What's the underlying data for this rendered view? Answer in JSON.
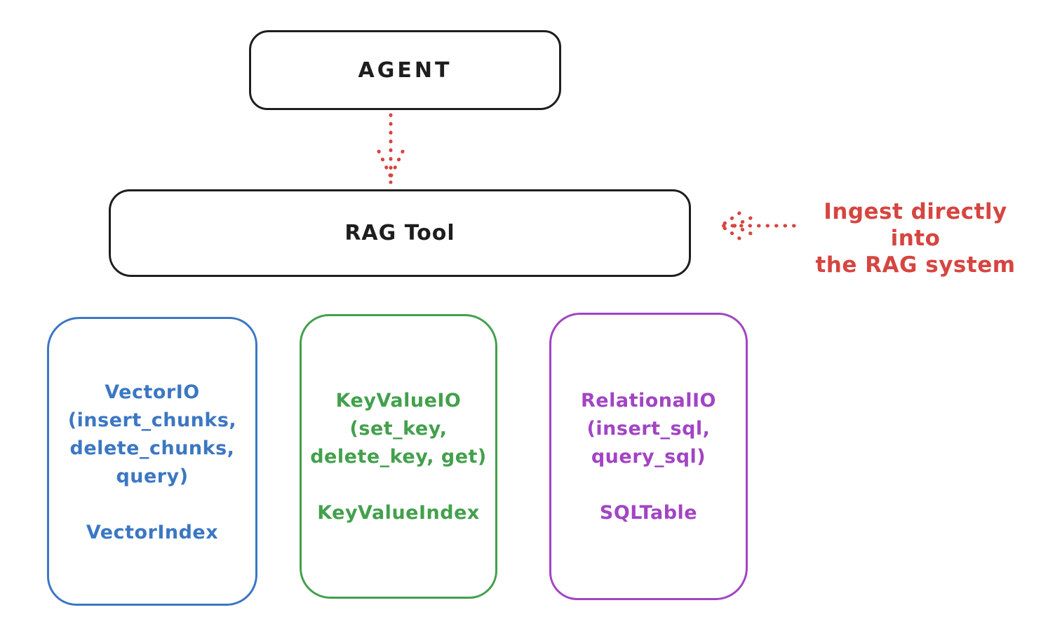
{
  "diagram": {
    "agent": {
      "label": "AGENT"
    },
    "rag_tool": {
      "label": "RAG Tool"
    },
    "annotation": {
      "line1": "Ingest directly into",
      "line2": "the RAG system"
    },
    "backends": [
      {
        "title": "VectorIO",
        "params": [
          "(insert_chunks,",
          "delete_chunks,",
          "query)"
        ],
        "index_class": "VectorIndex",
        "color": "#3b77c3"
      },
      {
        "title": "KeyValueIO",
        "params": [
          "(set_key,",
          "delete_key, get)"
        ],
        "index_class": "KeyValueIndex",
        "color": "#43a04c"
      },
      {
        "title": "RelationalIO",
        "params": [
          "(insert_sql,",
          "query_sql)"
        ],
        "index_class": "SQLTable",
        "color": "#a244c4"
      }
    ],
    "colors": {
      "stroke": "#1e1e1e",
      "accent_red": "#d64540",
      "blue": "#3b77c3",
      "green": "#43a04c",
      "purple": "#a244c4",
      "background": "#ffffff"
    }
  }
}
